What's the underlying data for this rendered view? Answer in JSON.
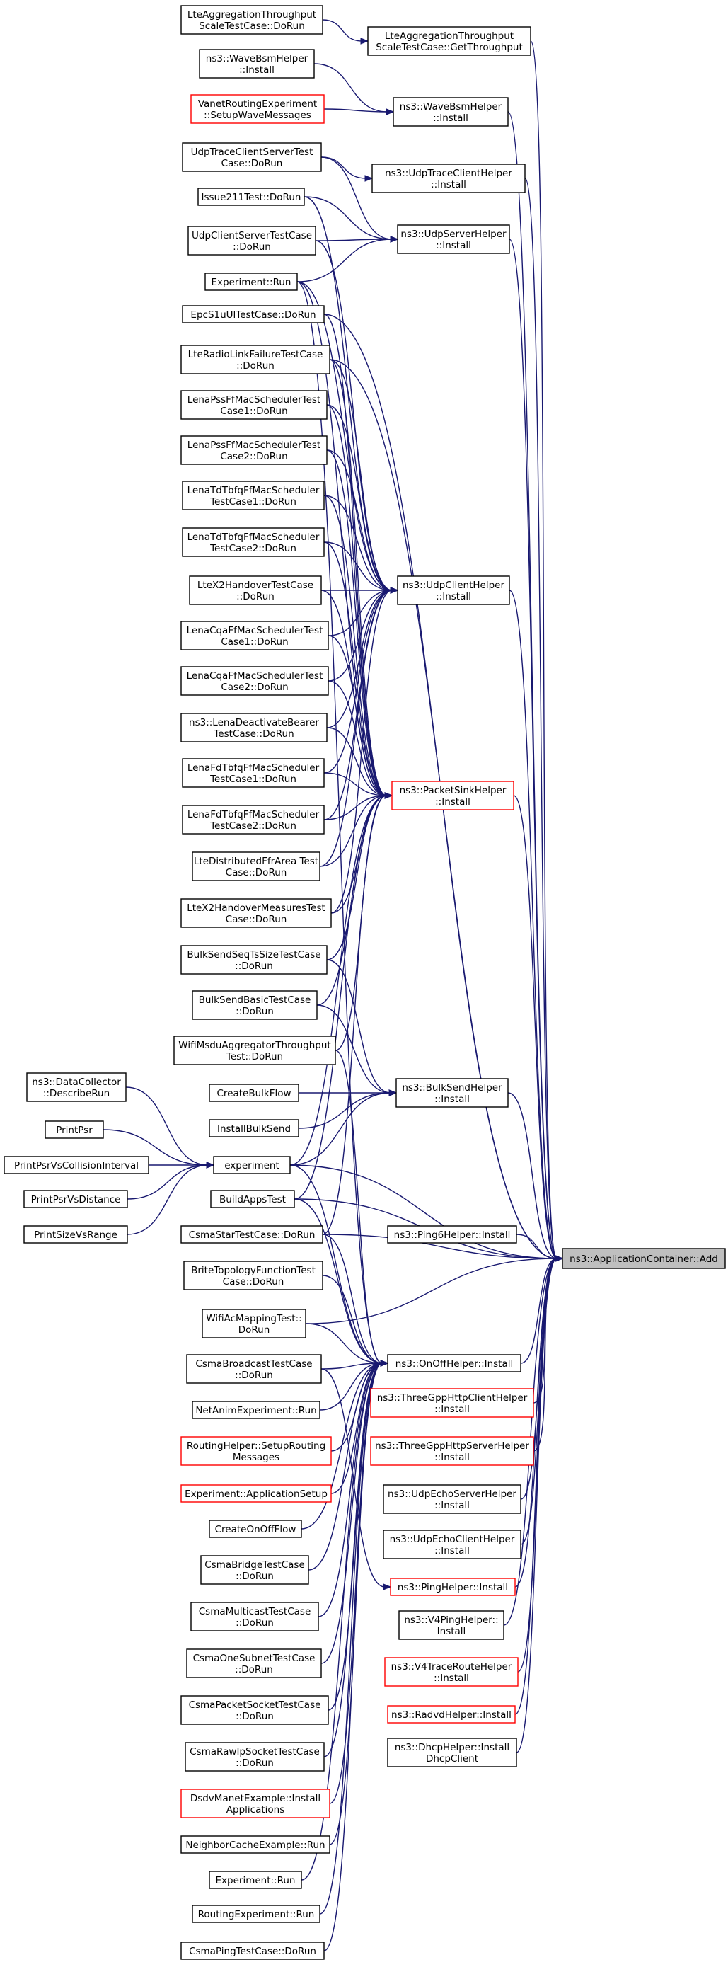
{
  "root": {
    "id": "root",
    "lines": [
      "ns3::ApplicationContainer::Add"
    ]
  },
  "nodes": [
    {
      "id": "ltescalerun",
      "lines": [
        "LteAggregationThroughput",
        "ScaleTestCase::DoRun"
      ]
    },
    {
      "id": "ltescaleget",
      "lines": [
        "LteAggregationThroughput",
        "ScaleTestCase::GetThroughput"
      ]
    },
    {
      "id": "wavebsm1",
      "lines": [
        "ns3::WaveBsmHelper",
        "::Install"
      ]
    },
    {
      "id": "vanet",
      "lines": [
        "VanetRoutingExperiment",
        "::SetupWaveMessages"
      ],
      "red": true
    },
    {
      "id": "wavebsm2",
      "lines": [
        "ns3::WaveBsmHelper",
        "::Install"
      ]
    },
    {
      "id": "udptracetest",
      "lines": [
        "UdpTraceClientServerTest",
        "Case::DoRun"
      ]
    },
    {
      "id": "udptracehelper",
      "lines": [
        "ns3::UdpTraceClientHelper",
        "::Install"
      ]
    },
    {
      "id": "issue211",
      "lines": [
        "Issue211Test::DoRun"
      ]
    },
    {
      "id": "udpserverhelper",
      "lines": [
        "ns3::UdpServerHelper",
        "::Install"
      ]
    },
    {
      "id": "udpclientservertest",
      "lines": [
        "UdpClientServerTestCase",
        "::DoRun"
      ]
    },
    {
      "id": "exprun1",
      "lines": [
        "Experiment::Run"
      ]
    },
    {
      "id": "epcs1u",
      "lines": [
        "EpcS1uUlTestCase::DoRun"
      ]
    },
    {
      "id": "lterlf",
      "lines": [
        "LteRadioLinkFailureTestCase",
        "::DoRun"
      ]
    },
    {
      "id": "lenapss1",
      "lines": [
        "LenaPssFfMacSchedulerTest",
        "Case1::DoRun"
      ]
    },
    {
      "id": "lenapss2",
      "lines": [
        "LenaPssFfMacSchedulerTest",
        "Case2::DoRun"
      ]
    },
    {
      "id": "lenatdtbfq1",
      "lines": [
        "LenaTdTbfqFfMacScheduler",
        "TestCase1::DoRun"
      ]
    },
    {
      "id": "lenatdtbfq2",
      "lines": [
        "LenaTdTbfqFfMacScheduler",
        "TestCase2::DoRun"
      ]
    },
    {
      "id": "udpclienthelper",
      "lines": [
        "ns3::UdpClientHelper",
        "::Install"
      ]
    },
    {
      "id": "ltex2handover",
      "lines": [
        "LteX2HandoverTestCase",
        "::DoRun"
      ]
    },
    {
      "id": "lenacqa1",
      "lines": [
        "LenaCqaFfMacSchedulerTest",
        "Case1::DoRun"
      ]
    },
    {
      "id": "lenacqa2",
      "lines": [
        "LenaCqaFfMacSchedulerTest",
        "Case2::DoRun"
      ]
    },
    {
      "id": "lenadeactivate",
      "lines": [
        "ns3::LenaDeactivateBearer",
        "TestCase::DoRun"
      ]
    },
    {
      "id": "packetsinkhelper",
      "lines": [
        "ns3::PacketSinkHelper",
        "::Install"
      ],
      "red": true
    },
    {
      "id": "lenafdtbfq1",
      "lines": [
        "LenaFdTbfqFfMacScheduler",
        "TestCase1::DoRun"
      ]
    },
    {
      "id": "lenafdtbfq2",
      "lines": [
        "LenaFdTbfqFfMacScheduler",
        "TestCase2::DoRun"
      ]
    },
    {
      "id": "ltedistffr",
      "lines": [
        "LteDistributedFfrArea Test",
        "Case::DoRun"
      ]
    },
    {
      "id": "ltex2measures",
      "lines": [
        "LteX2HandoverMeasuresTest",
        "Case::DoRun"
      ]
    },
    {
      "id": "bulkseqts",
      "lines": [
        "BulkSendSeqTsSizeTestCase",
        "::DoRun"
      ]
    },
    {
      "id": "bulkbasic",
      "lines": [
        "BulkSendBasicTestCase",
        "::DoRun"
      ]
    },
    {
      "id": "wifimsdu",
      "lines": [
        "WifiMsduAggregatorThroughput",
        "Test::DoRun"
      ]
    },
    {
      "id": "bulksendhelper",
      "lines": [
        "ns3::BulkSendHelper",
        "::Install"
      ]
    },
    {
      "id": "datacollector",
      "lines": [
        "ns3::DataCollector",
        "::DescribeRun"
      ]
    },
    {
      "id": "createbulkflow",
      "lines": [
        "CreateBulkFlow"
      ]
    },
    {
      "id": "printpsr",
      "lines": [
        "PrintPsr"
      ]
    },
    {
      "id": "installbulksend",
      "lines": [
        "InstallBulkSend"
      ]
    },
    {
      "id": "printpsrcollision",
      "lines": [
        "PrintPsrVsCollisionInterval"
      ]
    },
    {
      "id": "experiment",
      "lines": [
        "experiment"
      ]
    },
    {
      "id": "printpsrdistance",
      "lines": [
        "PrintPsrVsDistance"
      ]
    },
    {
      "id": "buildappstest",
      "lines": [
        "BuildAppsTest"
      ]
    },
    {
      "id": "printsizerange",
      "lines": [
        "PrintSizeVsRange"
      ]
    },
    {
      "id": "csmastar",
      "lines": [
        "CsmaStarTestCase::DoRun"
      ]
    },
    {
      "id": "ping6helper",
      "lines": [
        "ns3::Ping6Helper::Install"
      ]
    },
    {
      "id": "britetopology",
      "lines": [
        "BriteTopologyFunctionTest",
        "Case::DoRun"
      ]
    },
    {
      "id": "wifiacmapping",
      "lines": [
        "WifiAcMappingTest::",
        "DoRun"
      ]
    },
    {
      "id": "csmabroadcast",
      "lines": [
        "CsmaBroadcastTestCase",
        "::DoRun"
      ]
    },
    {
      "id": "onoffhelper",
      "lines": [
        "ns3::OnOffHelper::Install"
      ]
    },
    {
      "id": "netanim",
      "lines": [
        "NetAnimExperiment::Run"
      ]
    },
    {
      "id": "threegppclient",
      "lines": [
        "ns3::ThreeGppHttpClientHelper",
        "::Install"
      ],
      "red": true
    },
    {
      "id": "routinghelper",
      "lines": [
        "RoutingHelper::SetupRouting",
        "Messages"
      ],
      "red": true
    },
    {
      "id": "threegppserver",
      "lines": [
        "ns3::ThreeGppHttpServerHelper",
        "::Install"
      ],
      "red": true
    },
    {
      "id": "expappsetup",
      "lines": [
        "Experiment::ApplicationSetup"
      ],
      "red": true
    },
    {
      "id": "udpechoserver",
      "lines": [
        "ns3::UdpEchoServerHelper",
        "::Install"
      ]
    },
    {
      "id": "createonoffflow",
      "lines": [
        "CreateOnOffFlow"
      ]
    },
    {
      "id": "csmabridge",
      "lines": [
        "CsmaBridgeTestCase",
        "::DoRun"
      ]
    },
    {
      "id": "udpechoclient",
      "lines": [
        "ns3::UdpEchoClientHelper",
        "::Install"
      ]
    },
    {
      "id": "pinghelper",
      "lines": [
        "ns3::PingHelper::Install"
      ],
      "red": true
    },
    {
      "id": "csmamulticast",
      "lines": [
        "CsmaMulticastTestCase",
        "::DoRun"
      ]
    },
    {
      "id": "v4ping",
      "lines": [
        "ns3::V4PingHelper::",
        "Install"
      ]
    },
    {
      "id": "csmaonesubnet",
      "lines": [
        "CsmaOneSubnetTestCase",
        "::DoRun"
      ]
    },
    {
      "id": "v4traceroute",
      "lines": [
        "ns3::V4TraceRouteHelper",
        "::Install"
      ],
      "red": true
    },
    {
      "id": "csmapacketsocket",
      "lines": [
        "CsmaPacketSocketTestCase",
        "::DoRun"
      ]
    },
    {
      "id": "radvd",
      "lines": [
        "ns3::RadvdHelper::Install"
      ],
      "red": true
    },
    {
      "id": "csmarawip",
      "lines": [
        "CsmaRawIpSocketTestCase",
        "::DoRun"
      ]
    },
    {
      "id": "dhcp",
      "lines": [
        "ns3::DhcpHelper::Install",
        "DhcpClient"
      ]
    },
    {
      "id": "dsdvmanet",
      "lines": [
        "DsdvManetExample::Install",
        "Applications"
      ],
      "red": true
    },
    {
      "id": "neighborcache",
      "lines": [
        "NeighborCacheExample::Run"
      ]
    },
    {
      "id": "exprun2",
      "lines": [
        "Experiment::Run"
      ]
    },
    {
      "id": "routingexp",
      "lines": [
        "RoutingExperiment::Run"
      ]
    },
    {
      "id": "csmaping",
      "lines": [
        "CsmaPingTestCase::DoRun"
      ]
    }
  ],
  "edges": [
    [
      "ltescalerun",
      "ltescaleget"
    ],
    [
      "wavebsm1",
      "wavebsm2"
    ],
    [
      "vanet",
      "wavebsm2"
    ],
    [
      "udptracetest",
      "udptracehelper"
    ],
    [
      "issue211",
      "udpserverhelper"
    ],
    [
      "udpclientservertest",
      "udpserverhelper"
    ],
    [
      "exprun1",
      "udpserverhelper"
    ],
    [
      "udptracetest",
      "udpserverhelper"
    ],
    [
      "issue211",
      "udpclienthelper"
    ],
    [
      "udpclientservertest",
      "udpclienthelper"
    ],
    [
      "exprun1",
      "udpclienthelper"
    ],
    [
      "lterlf",
      "udpclienthelper"
    ],
    [
      "lenapss1",
      "udpclienthelper"
    ],
    [
      "lenapss2",
      "udpclienthelper"
    ],
    [
      "lenatdtbfq1",
      "udpclienthelper"
    ],
    [
      "lenatdtbfq2",
      "udpclienthelper"
    ],
    [
      "ltex2handover",
      "udpclienthelper"
    ],
    [
      "lenacqa1",
      "udpclienthelper"
    ],
    [
      "lenacqa2",
      "udpclienthelper"
    ],
    [
      "lenadeactivate",
      "udpclienthelper"
    ],
    [
      "lenafdtbfq1",
      "udpclienthelper"
    ],
    [
      "lenafdtbfq2",
      "udpclienthelper"
    ],
    [
      "ltedistffr",
      "udpclienthelper"
    ],
    [
      "ltex2measures",
      "udpclienthelper"
    ],
    [
      "epcs1u",
      "packetsinkhelper"
    ],
    [
      "lterlf",
      "packetsinkhelper"
    ],
    [
      "lenapss1",
      "packetsinkhelper"
    ],
    [
      "lenapss2",
      "packetsinkhelper"
    ],
    [
      "lenatdtbfq1",
      "packetsinkhelper"
    ],
    [
      "lenatdtbfq2",
      "packetsinkhelper"
    ],
    [
      "ltex2handover",
      "packetsinkhelper"
    ],
    [
      "lenacqa1",
      "packetsinkhelper"
    ],
    [
      "lenacqa2",
      "packetsinkhelper"
    ],
    [
      "lenadeactivate",
      "packetsinkhelper"
    ],
    [
      "lenafdtbfq1",
      "packetsinkhelper"
    ],
    [
      "lenafdtbfq2",
      "packetsinkhelper"
    ],
    [
      "ltedistffr",
      "packetsinkhelper"
    ],
    [
      "ltex2measures",
      "packetsinkhelper"
    ],
    [
      "bulkseqts",
      "packetsinkhelper"
    ],
    [
      "bulkbasic",
      "packetsinkhelper"
    ],
    [
      "wifimsdu",
      "packetsinkhelper"
    ],
    [
      "experiment",
      "packetsinkhelper"
    ],
    [
      "buildappstest",
      "packetsinkhelper"
    ],
    [
      "csmastar",
      "packetsinkhelper"
    ],
    [
      "exprun1",
      "packetsinkhelper"
    ],
    [
      "bulkseqts",
      "bulksendhelper"
    ],
    [
      "bulkbasic",
      "bulksendhelper"
    ],
    [
      "createbulkflow",
      "bulksendhelper"
    ],
    [
      "installbulksend",
      "bulksendhelper"
    ],
    [
      "experiment",
      "bulksendhelper"
    ],
    [
      "datacollector",
      "experiment"
    ],
    [
      "printpsr",
      "experiment"
    ],
    [
      "printpsrcollision",
      "experiment"
    ],
    [
      "printpsrdistance",
      "experiment"
    ],
    [
      "printsizerange",
      "experiment"
    ],
    [
      "wifimsdu",
      "onoffhelper"
    ],
    [
      "experiment",
      "onoffhelper"
    ],
    [
      "buildappstest",
      "onoffhelper"
    ],
    [
      "csmastar",
      "onoffhelper"
    ],
    [
      "britetopology",
      "onoffhelper"
    ],
    [
      "wifiacmapping",
      "onoffhelper"
    ],
    [
      "csmabroadcast",
      "onoffhelper"
    ],
    [
      "netanim",
      "onoffhelper"
    ],
    [
      "routinghelper",
      "onoffhelper"
    ],
    [
      "expappsetup",
      "onoffhelper"
    ],
    [
      "createonoffflow",
      "onoffhelper"
    ],
    [
      "csmabridge",
      "onoffhelper"
    ],
    [
      "csmamulticast",
      "onoffhelper"
    ],
    [
      "csmaonesubnet",
      "onoffhelper"
    ],
    [
      "csmapacketsocket",
      "onoffhelper"
    ],
    [
      "csmarawip",
      "onoffhelper"
    ],
    [
      "dsdvmanet",
      "onoffhelper"
    ],
    [
      "neighborcache",
      "onoffhelper"
    ],
    [
      "exprun2",
      "onoffhelper"
    ],
    [
      "routingexp",
      "onoffhelper"
    ],
    [
      "csmaping",
      "onoffhelper"
    ],
    [
      "exprun1",
      "onoffhelper"
    ],
    [
      "csmabroadcast",
      "pinghelper"
    ],
    [
      "ltescaleget",
      "root"
    ],
    [
      "wavebsm2",
      "root"
    ],
    [
      "udptracehelper",
      "root"
    ],
    [
      "udpserverhelper",
      "root"
    ],
    [
      "epcs1u",
      "root"
    ],
    [
      "lterlf",
      "root"
    ],
    [
      "udpclienthelper",
      "root"
    ],
    [
      "packetsinkhelper",
      "root"
    ],
    [
      "bulksendhelper",
      "root"
    ],
    [
      "experiment",
      "root"
    ],
    [
      "buildappstest",
      "root"
    ],
    [
      "ping6helper",
      "root"
    ],
    [
      "csmastar",
      "root"
    ],
    [
      "wifiacmapping",
      "root"
    ],
    [
      "onoffhelper",
      "root"
    ],
    [
      "threegppclient",
      "root"
    ],
    [
      "threegppserver",
      "root"
    ],
    [
      "udpechoserver",
      "root"
    ],
    [
      "udpechoclient",
      "root"
    ],
    [
      "pinghelper",
      "root"
    ],
    [
      "v4ping",
      "root"
    ],
    [
      "v4traceroute",
      "root"
    ],
    [
      "radvd",
      "root"
    ],
    [
      "dhcp",
      "root"
    ]
  ]
}
